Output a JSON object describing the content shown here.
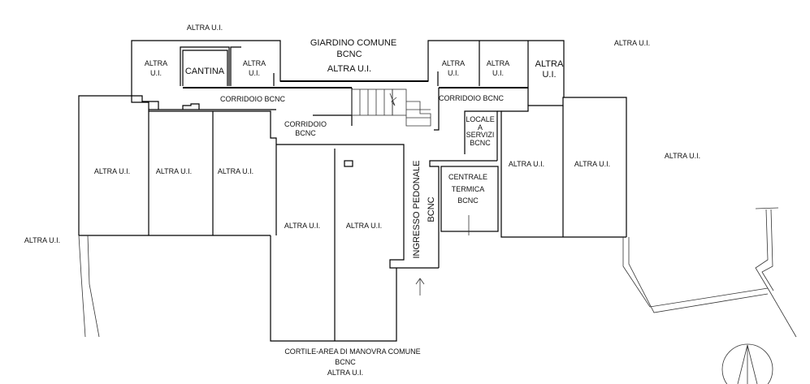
{
  "labels": {
    "altra_top_left": "ALTRA U.I.",
    "giardino_1": "GIARDINO COMUNE",
    "giardino_2": "BCNC",
    "giardino_3": "ALTRA U.I.",
    "altra_top_right": "ALTRA U.I.",
    "room_a1": "ALTRA",
    "room_a1b": "U.I.",
    "cantina": "CANTINA",
    "room_a2": "ALTRA",
    "room_a2b": "U.I.",
    "room_a3": "ALTRA",
    "room_a3b": "U.I.",
    "room_a4": "ALTRA",
    "room_a4b": "U.I.",
    "room_a5": "ALTRA",
    "room_a5b": "U.I.",
    "corridoio_left": "CORRIDOIO BCNC",
    "corridoio_right": "CORRIDOIO BCNC",
    "corridoio_mid_1": "CORRIDOIO",
    "corridoio_mid_2": "BCNC",
    "locale_1": "LOCALE",
    "locale_2": "A",
    "locale_3": "SERVIZI",
    "locale_4": "BCNC",
    "unit_l1": "ALTRA U.I.",
    "unit_l2": "ALTRA U.I.",
    "unit_l3": "ALTRA U.I.",
    "unit_c1": "ALTRA U.I.",
    "unit_c2": "ALTRA U.I.",
    "unit_r1": "ALTRA U.I.",
    "unit_r2": "ALTRA U.I.",
    "altra_far_right": "ALTRA U.I.",
    "altra_far_left": "ALTRA U.I.",
    "ingresso": "INGRESSO PEDONALE",
    "ingresso_bcnc": "BCNC",
    "centrale_1": "CENTRALE",
    "centrale_2": "TERMICA",
    "centrale_3": "BCNC",
    "cortile_1": "CORTILE-AREA DI MANOVRA COMUNE",
    "cortile_2": "BCNC",
    "cortile_3": "ALTRA U.I."
  },
  "icons": {
    "entrance": "arrow-up-icon",
    "north": "north-compass-icon"
  }
}
